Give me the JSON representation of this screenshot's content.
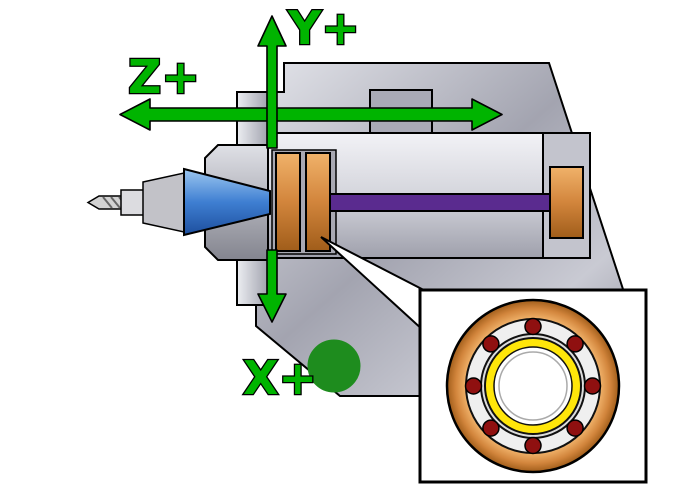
{
  "labels": {
    "y_axis": "Y+",
    "z_axis": "Z+",
    "x_axis": "X+"
  },
  "colors": {
    "axis_green": "#00b400",
    "x_dot_green": "#1e8c1e",
    "bearing_orange": "#d2853c",
    "bearing_orange_light": "#f0b26a",
    "bearing_orange_dark": "#a05d1a",
    "shaft_purple": "#5a2b8f",
    "taper_blue": "#3f7fd2",
    "ball_red": "#8f1010",
    "race_yellow": "#ffe60a",
    "housing_gray": "#b9bac4",
    "outline": "#000000",
    "inset_background": "#ffffff"
  },
  "inset": {
    "ball_count": 8
  }
}
